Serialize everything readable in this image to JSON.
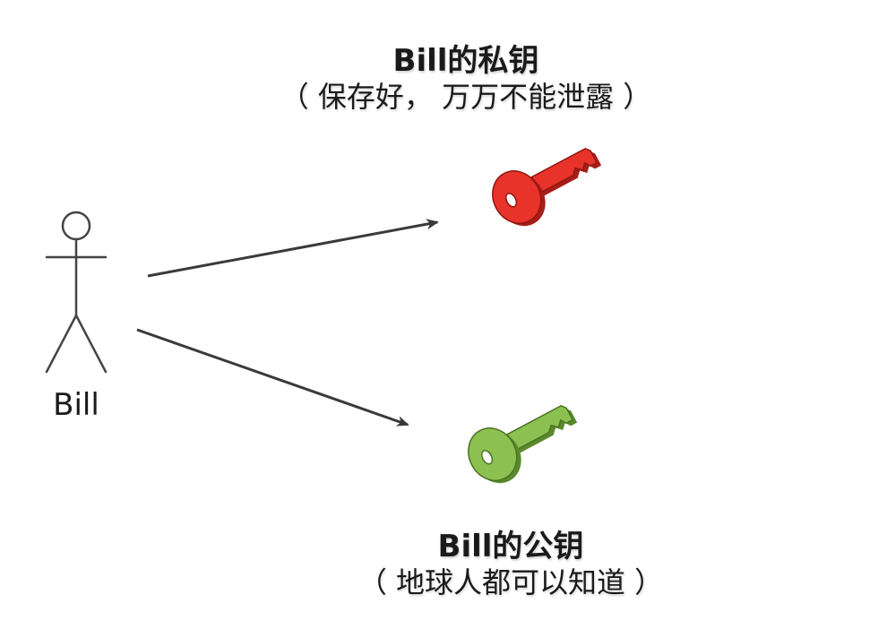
{
  "actor": {
    "name": "Bill"
  },
  "private_key": {
    "title": "Bill的私钥",
    "note": "（ 保存好， 万万不能泄露 ）",
    "color": "#e8332a",
    "dark_color": "#b3201a",
    "icon": "key-icon"
  },
  "public_key": {
    "title": "Bill的公钥",
    "note": "（ 地球人都可以知道 ）",
    "color": "#8cc151",
    "dark_color": "#5f8f30",
    "icon": "key-icon"
  },
  "arrow_color": "#3a3a3a"
}
